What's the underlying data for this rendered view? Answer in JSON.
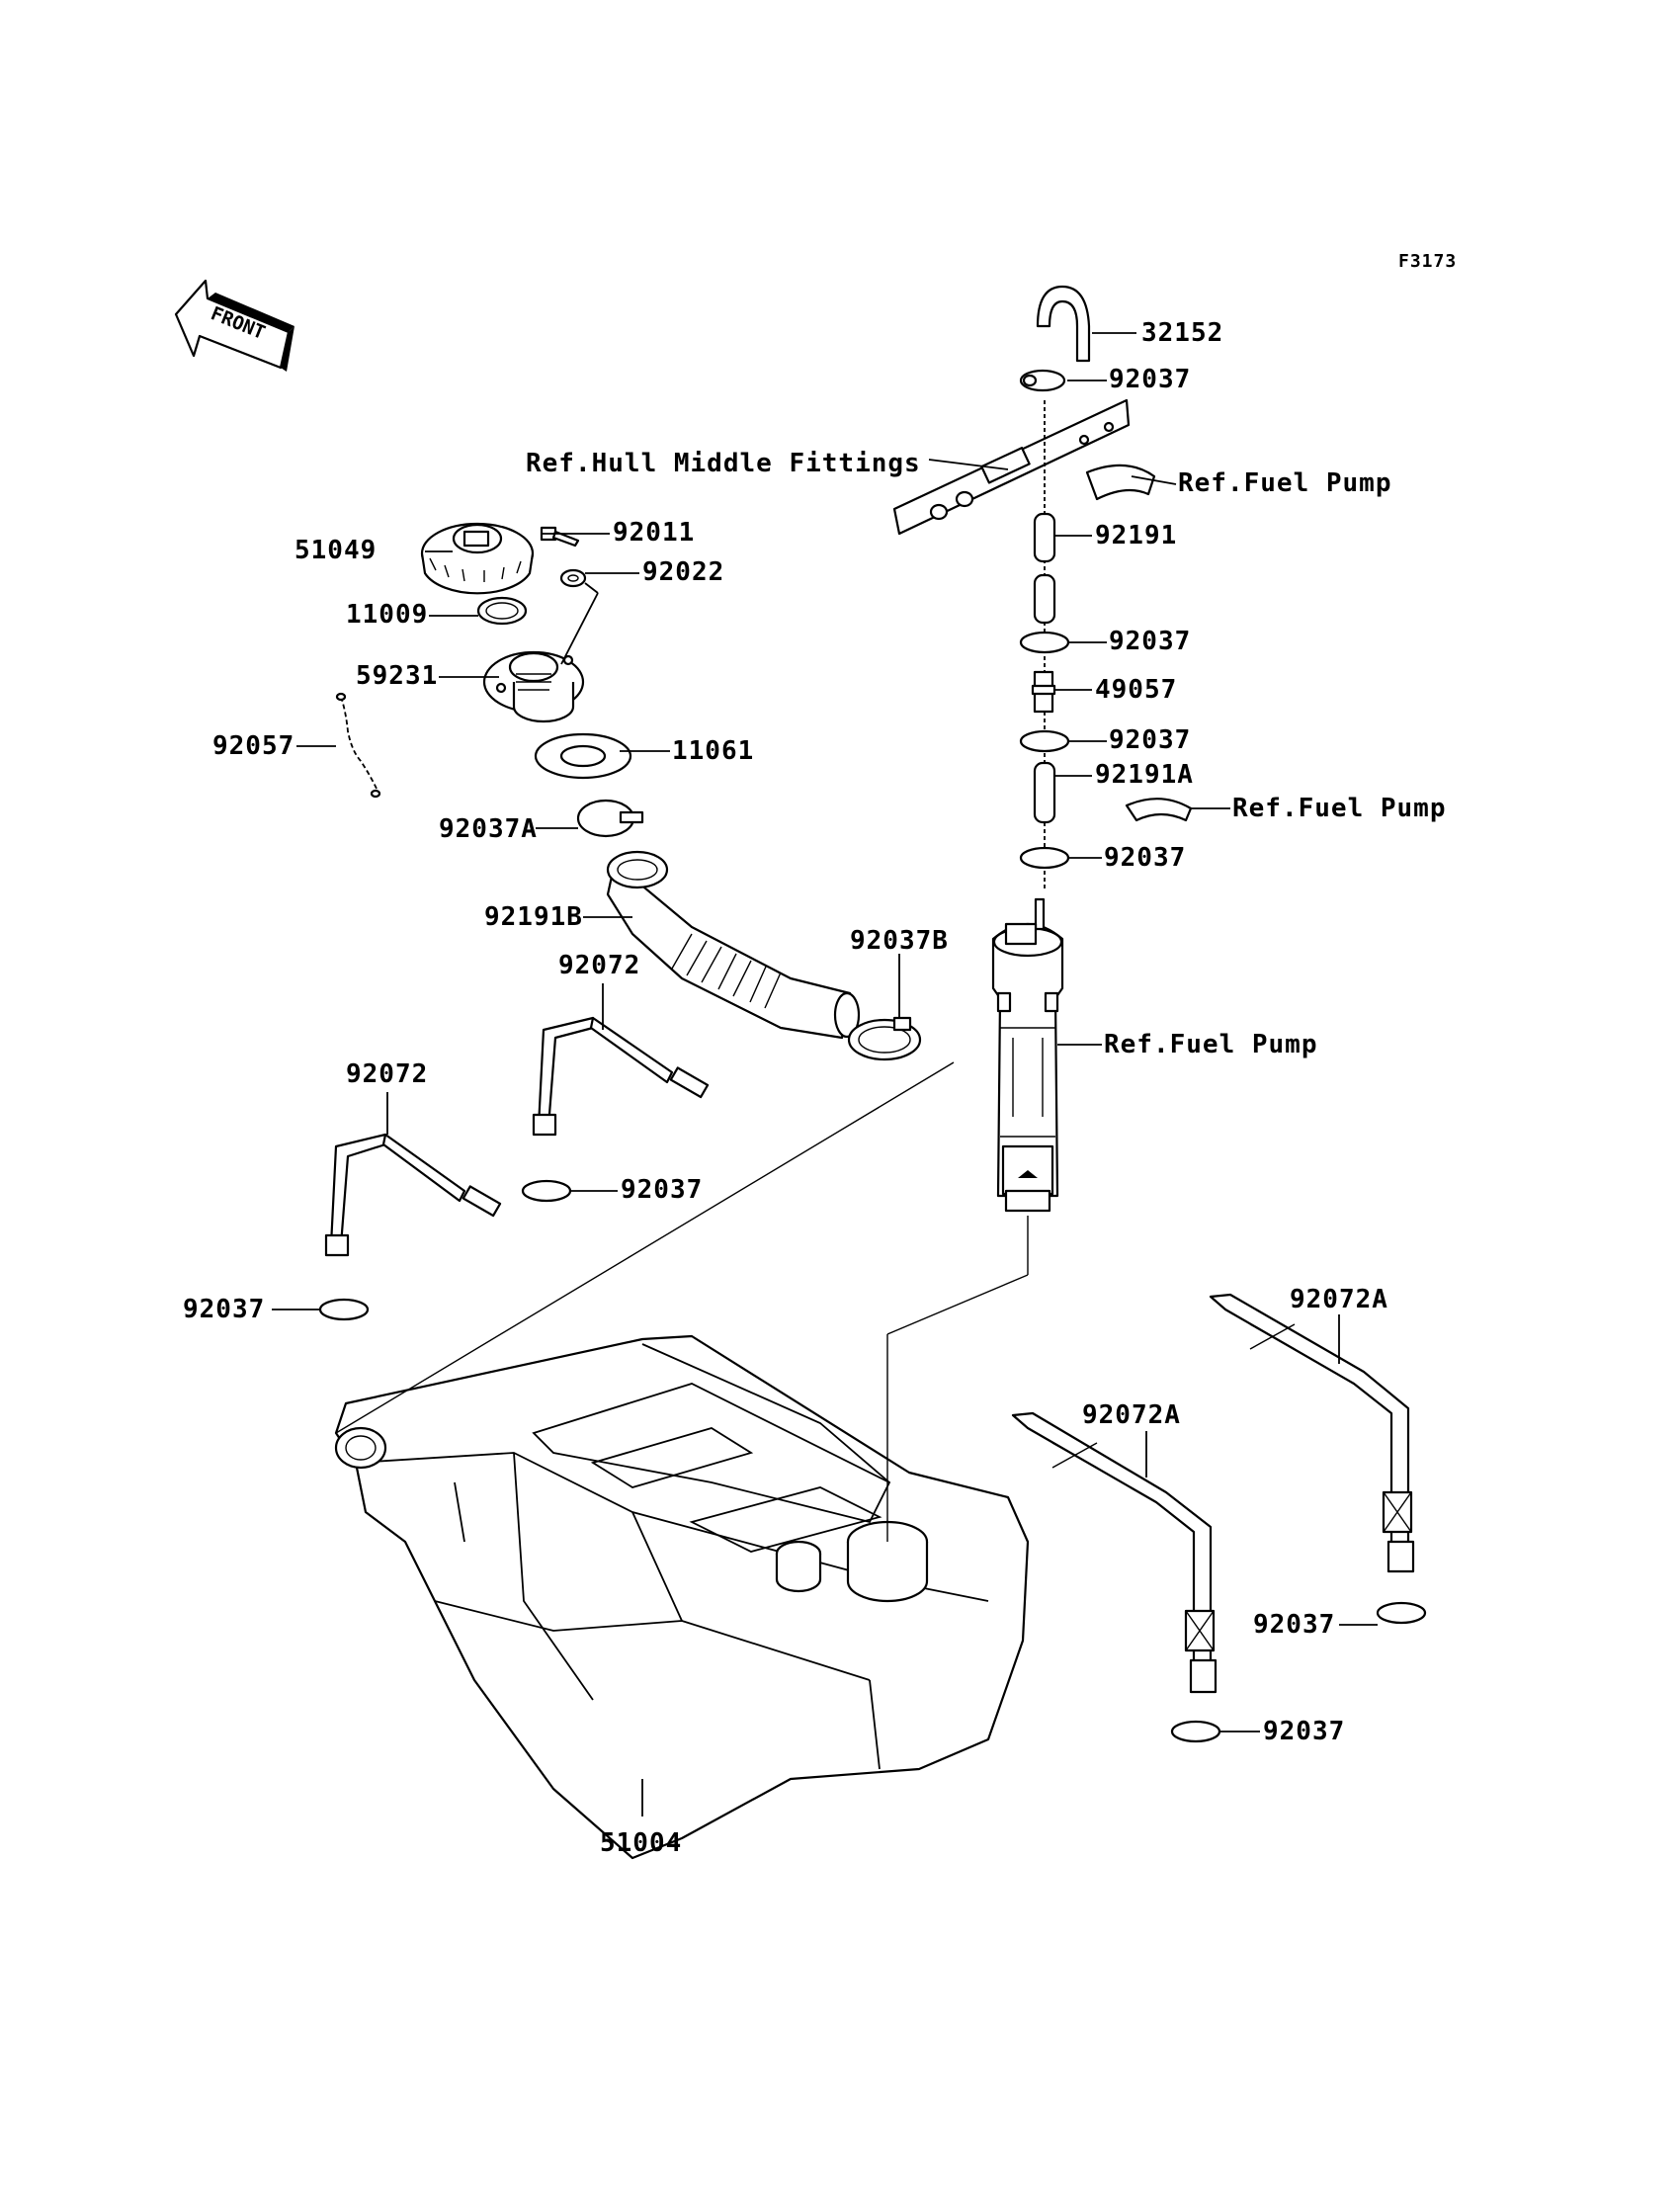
{
  "figure_id": "F3173",
  "front_marker": "FRONT",
  "callouts": {
    "c32152": "32152",
    "c92037_top": "92037",
    "ref_hull_middle": "Ref.Hull Middle Fittings",
    "ref_fuel_pump_1": "Ref.Fuel Pump",
    "c92191": "92191",
    "c51049": "51049",
    "c92011": "92011",
    "c92022": "92022",
    "c11009": "11009",
    "c92037_2": "92037",
    "c59231": "59231",
    "c49057": "49057",
    "c92037_3": "92037",
    "c92191A": "92191A",
    "c92057": "92057",
    "c11061": "11061",
    "ref_fuel_pump_2": "Ref.Fuel Pump",
    "c92037A": "92037A",
    "c92037_4": "92037",
    "c92191B": "92191B",
    "c92037B": "92037B",
    "c92072_1": "92072",
    "ref_fuel_pump_3": "Ref.Fuel Pump",
    "c92072_2": "92072",
    "c92037_5": "92037",
    "c92037_6": "92037",
    "c92072A_1": "92072A",
    "c92072A_2": "92072A",
    "c92037_7": "92037",
    "c92037_8": "92037",
    "c51004": "51004"
  }
}
